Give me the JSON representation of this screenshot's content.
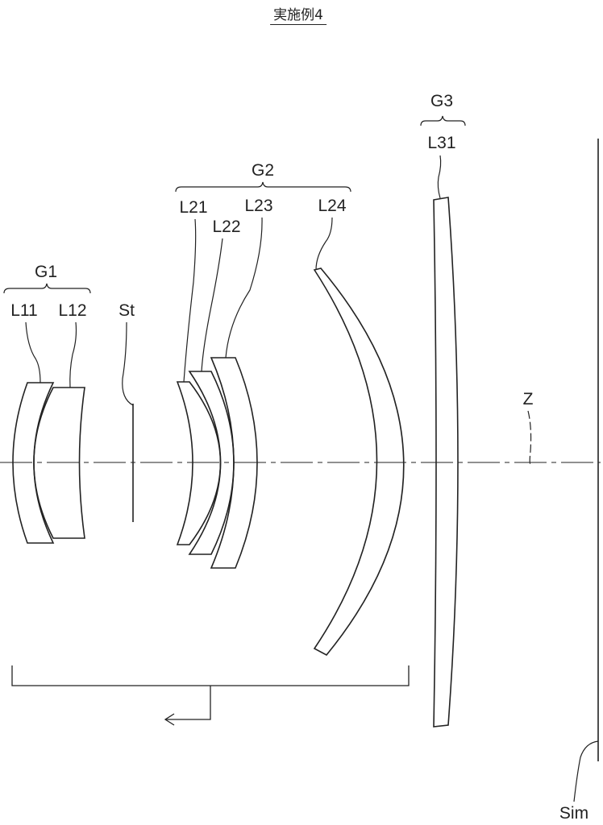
{
  "title": "実施例4",
  "labels": {
    "g1": "G1",
    "l11": "L11",
    "l12": "L12",
    "st": "St",
    "g2": "G2",
    "l21": "L21",
    "l22": "L22",
    "l23": "L23",
    "l24": "L24",
    "g3": "G3",
    "l31": "L31",
    "z": "Z",
    "sim": "Sim"
  }
}
